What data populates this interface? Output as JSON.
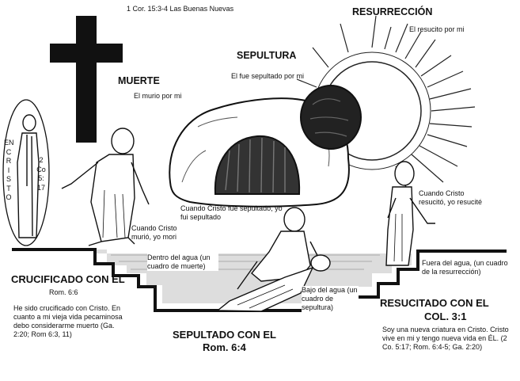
{
  "header": {
    "reference": "1 Cor. 15:3-4 Las Buenas Nuevas"
  },
  "stages": {
    "muerte": {
      "title": "MUERTE",
      "caption": "El murio por mi"
    },
    "sepultura": {
      "title": "SEPULTURA",
      "caption": "El fue sepultado por mi"
    },
    "resurreccion": {
      "title": "RESURRECCIÓN",
      "caption": "El resucito por mi"
    }
  },
  "en_cristo": {
    "letters": [
      "EN",
      "C",
      "R",
      "I",
      "S",
      "T",
      "O"
    ],
    "reference": [
      "2",
      "Co",
      "5:",
      "17"
    ]
  },
  "scene_labels": {
    "murio": "Cuando Cristo murió, yo mori",
    "sepultado": "Cuando Cristo fue sepultado, yo fui sepultado",
    "resucito": "Cuando Cristo resucitó, yo resucité",
    "dentro_agua": "Dentro del agua (un cuadro de muerte)",
    "bajo_agua": "Bajo del agua (un cuadro de sepultura)",
    "fuera_agua": "Fuera del agua, (un cuadro de la resurrección)"
  },
  "bottom": {
    "crucificado": {
      "title": "CRUCIFICADO CON EL",
      "reference": "Rom. 6:6",
      "text": "He sido crucificado con Cristo. En cuanto a mi vieja vida pecaminosa debo considerarme muerto (Ga. 2:20; Rom 6:3, 11)"
    },
    "sepultado": {
      "title": "SEPULTADO CON EL",
      "reference": "Rom. 6:4"
    },
    "resucitado": {
      "title": "RESUCITADO CON EL",
      "reference": "COL. 3:1",
      "text": "Soy una nueva criatura en Cristo. Cristo vive en mi y tengo nueva vida en ÉL. (2 Co. 5:17; Rom. 6:4-5; Ga. 2:20)"
    }
  }
}
